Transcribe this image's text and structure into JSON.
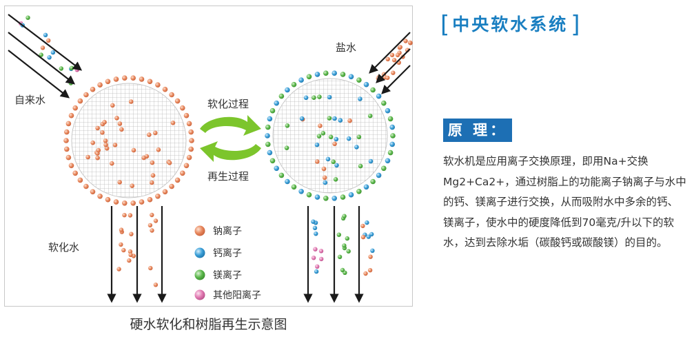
{
  "diagram": {
    "label_tap_water": "自来水",
    "label_salt_water": "盐水",
    "label_softening_process": "软化过程",
    "label_regeneration_process": "再生过程",
    "label_soft_water": "软化水",
    "legend": [
      {
        "key": "sodium",
        "label": "钠离子",
        "color": "#e8885e"
      },
      {
        "key": "calcium",
        "label": "钙离子",
        "color": "#3a9fd8"
      },
      {
        "key": "magnesium",
        "label": "镁离子",
        "color": "#5cb84c"
      },
      {
        "key": "other",
        "label": "其他阳离子",
        "color": "#e27bb3"
      }
    ],
    "arrow_color": "#7cc52c"
  },
  "caption": "硬水软化和树脂再生示意图",
  "title": "中央软水系统",
  "principle_label": "原 理：",
  "body_text": "软水机是应用离子交换原理，即用Na+交换Mg2+Ca2+，通过树脂上的功能离子钠离子与水中的钙、镁离子进行交换，从而吸附水中多余的钙、镁离子，使水中的硬度降低到70毫克/升以下的软水，达到去除水垢（碳酸钙或碳酸镁）的目的。"
}
